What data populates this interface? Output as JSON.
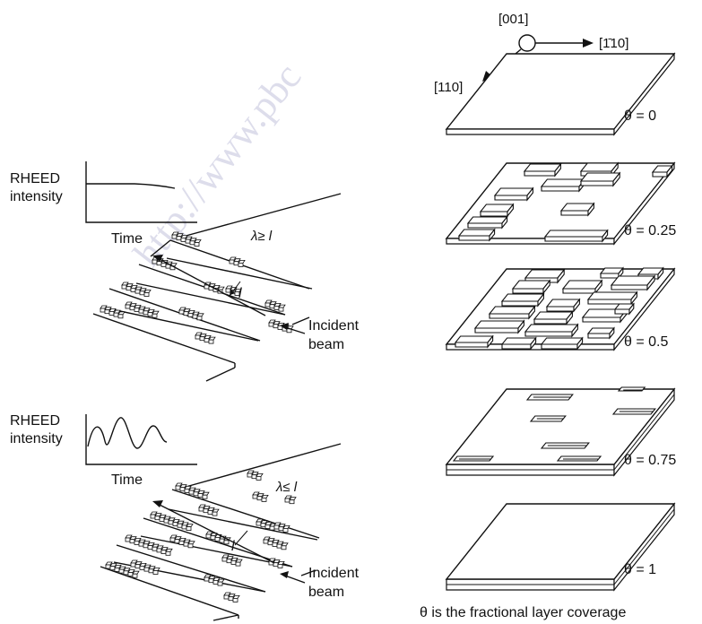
{
  "watermark": "http://www.pbc",
  "upper_panel": {
    "ylabel_line1": "RHEED",
    "ylabel_line2": "intensity",
    "xlabel": "Time",
    "condition": "λ≥ l",
    "step_label": "l",
    "beam_line1": "Incident",
    "beam_line2": "beam"
  },
  "lower_panel": {
    "ylabel_line1": "RHEED",
    "ylabel_line2": "intensity",
    "xlabel": "Time",
    "condition": "λ≤ l",
    "step_label": "l",
    "beam_line1": "Incident",
    "beam_line2": "beam"
  },
  "axes": {
    "z": "[001]",
    "x": "[1̄10]",
    "y": "[110]"
  },
  "coverage_stages": [
    {
      "label": "θ = 0",
      "theta": 0
    },
    {
      "label": "θ = 0.25",
      "theta": 0.25
    },
    {
      "label": "θ = 0.5",
      "theta": 0.5
    },
    {
      "label": "θ = 0.75",
      "theta": 0.75
    },
    {
      "label": "θ = 1",
      "theta": 1
    }
  ],
  "caption": "θ is the fractional layer coverage"
}
